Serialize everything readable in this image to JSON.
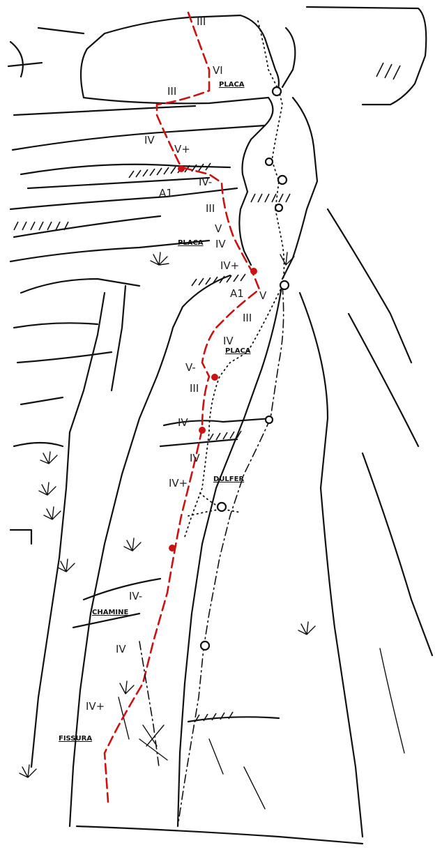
{
  "colors": {
    "route_red": "#cc1111",
    "ink": "#111111",
    "background": "#ffffff"
  },
  "route_labels": {
    "placa_top": "PLACA",
    "placa_mid": "PLACA",
    "placa_low": "PLACA",
    "dulfer": "DULFER",
    "chamine": "CHAMINE",
    "fissura": "FISSURA"
  },
  "grades": {
    "g_iii_top": "III",
    "g_vi": "VI",
    "g_iii_2": "III",
    "g_iv_1": "IV",
    "g_vplus_1": "V+",
    "g_a1_1": "A1",
    "g_ivminus_1": "IV-",
    "g_iii_3": "III",
    "g_v_1": "V",
    "g_iv_2": "IV",
    "g_ivplus_1": "IV+",
    "g_a1_2": "A1",
    "g_v_2": "V",
    "g_iii_4": "III",
    "g_iv_3": "IV",
    "g_vminus": "V-",
    "g_iii_5": "III",
    "g_iv_4": "IV",
    "g_iv_5": "IV",
    "g_ivplus_2": "IV+",
    "g_ivminus_2": "IV-",
    "g_iv_6": "IV",
    "g_ivplus_3": "IV+"
  },
  "legend_symbols": {
    "belay_red": "red-belay-dot",
    "belay_ring": "open-belay-ring"
  }
}
